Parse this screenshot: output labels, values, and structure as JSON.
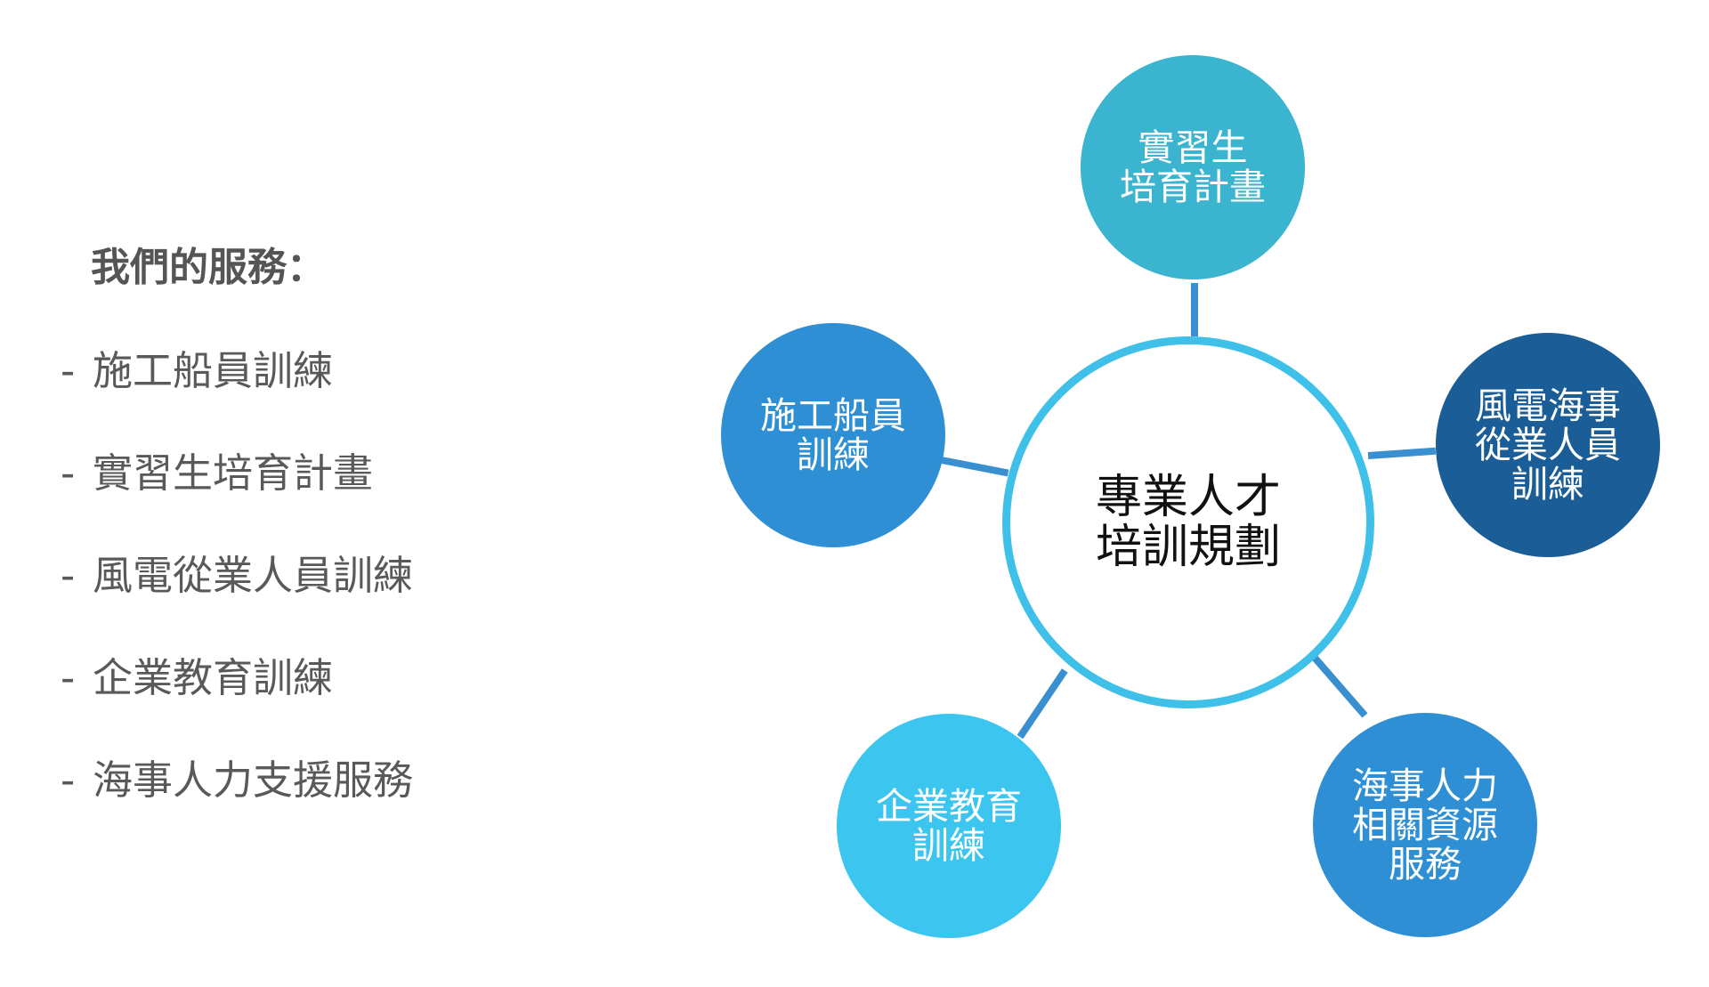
{
  "services": {
    "heading": "我們的服務：",
    "items": [
      "施工船員訓練",
      "實習生培育計畫",
      "風電從業人員訓練",
      "企業教育訓練",
      "海事人力支援服務"
    ]
  },
  "diagram": {
    "center": {
      "label": "專業人才\n培訓規劃"
    },
    "nodes": [
      {
        "label": "實習生\n培育計畫",
        "color": "#3ab4cf"
      },
      {
        "label": "風電海事\n從業人員\n訓練",
        "color": "#1b5d96"
      },
      {
        "label": "海事人力\n相關資源\n服務",
        "color": "#2f8fd4"
      },
      {
        "label": "企業教育\n訓練",
        "color": "#3cc6ef"
      },
      {
        "label": "施工船員\n訓練",
        "color": "#2f8fd4"
      }
    ],
    "connector_color": "#3a8fd0"
  }
}
